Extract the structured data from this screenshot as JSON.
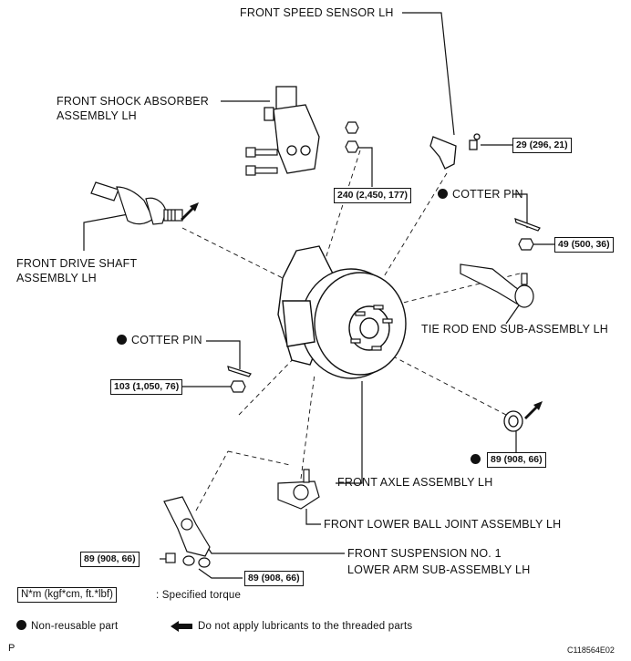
{
  "labels": {
    "speed_sensor": "FRONT SPEED SENSOR LH",
    "shock_absorber_1": "FRONT SHOCK ABSORBER",
    "shock_absorber_2": "ASSEMBLY LH",
    "cotter_pin_right": "COTTER PIN",
    "drive_shaft_1": "FRONT DRIVE SHAFT",
    "drive_shaft_2": "ASSEMBLY LH",
    "tie_rod": "TIE ROD END SUB-ASSEMBLY LH",
    "cotter_pin_left": "COTTER PIN",
    "front_axle": "FRONT AXLE ASSEMBLY LH",
    "ball_joint": "FRONT LOWER BALL JOINT ASSEMBLY LH",
    "lower_arm_1": "FRONT SUSPENSION NO. 1",
    "lower_arm_2": "LOWER ARM SUB-ASSEMBLY LH"
  },
  "torques": {
    "speed_sensor_bolt": "29 (296, 21)",
    "shock_bolts": "240 (2,450, 177)",
    "tie_rod_nut": "49 (500, 36)",
    "ball_joint_nut": "103 (1,050, 76)",
    "axle_nut": "89 (908, 66)",
    "arm_bolt_left": "89 (908, 66)",
    "arm_bolts_right": "89 (908, 66)"
  },
  "legend": {
    "torque_unit": "N*m (kgf*cm, ft.*lbf)",
    "torque_desc": ": Specified torque",
    "non_reusable": "Non-reusable part",
    "no_lubricant": "Do not apply lubricants to the threaded parts"
  },
  "corner_left": "P",
  "figure_id": "C118564E02"
}
